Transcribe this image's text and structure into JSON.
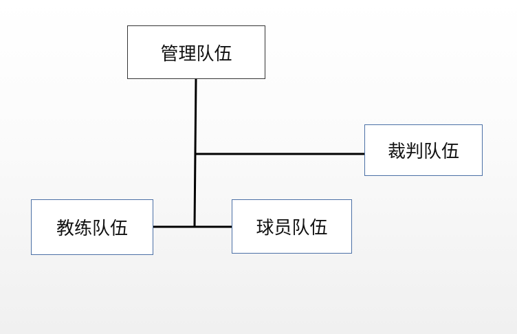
{
  "diagram": {
    "nodes": {
      "management": "管理队伍",
      "referee": "裁判队伍",
      "coach": "教练队伍",
      "player": "球员队伍"
    },
    "edges": [
      {
        "from": "management",
        "to": "referee"
      },
      {
        "from": "management",
        "to": "coach"
      },
      {
        "from": "management",
        "to": "player"
      }
    ],
    "colors": {
      "line": "#000000",
      "root_border": "#333333",
      "child_border": "#4a6fa5"
    }
  }
}
